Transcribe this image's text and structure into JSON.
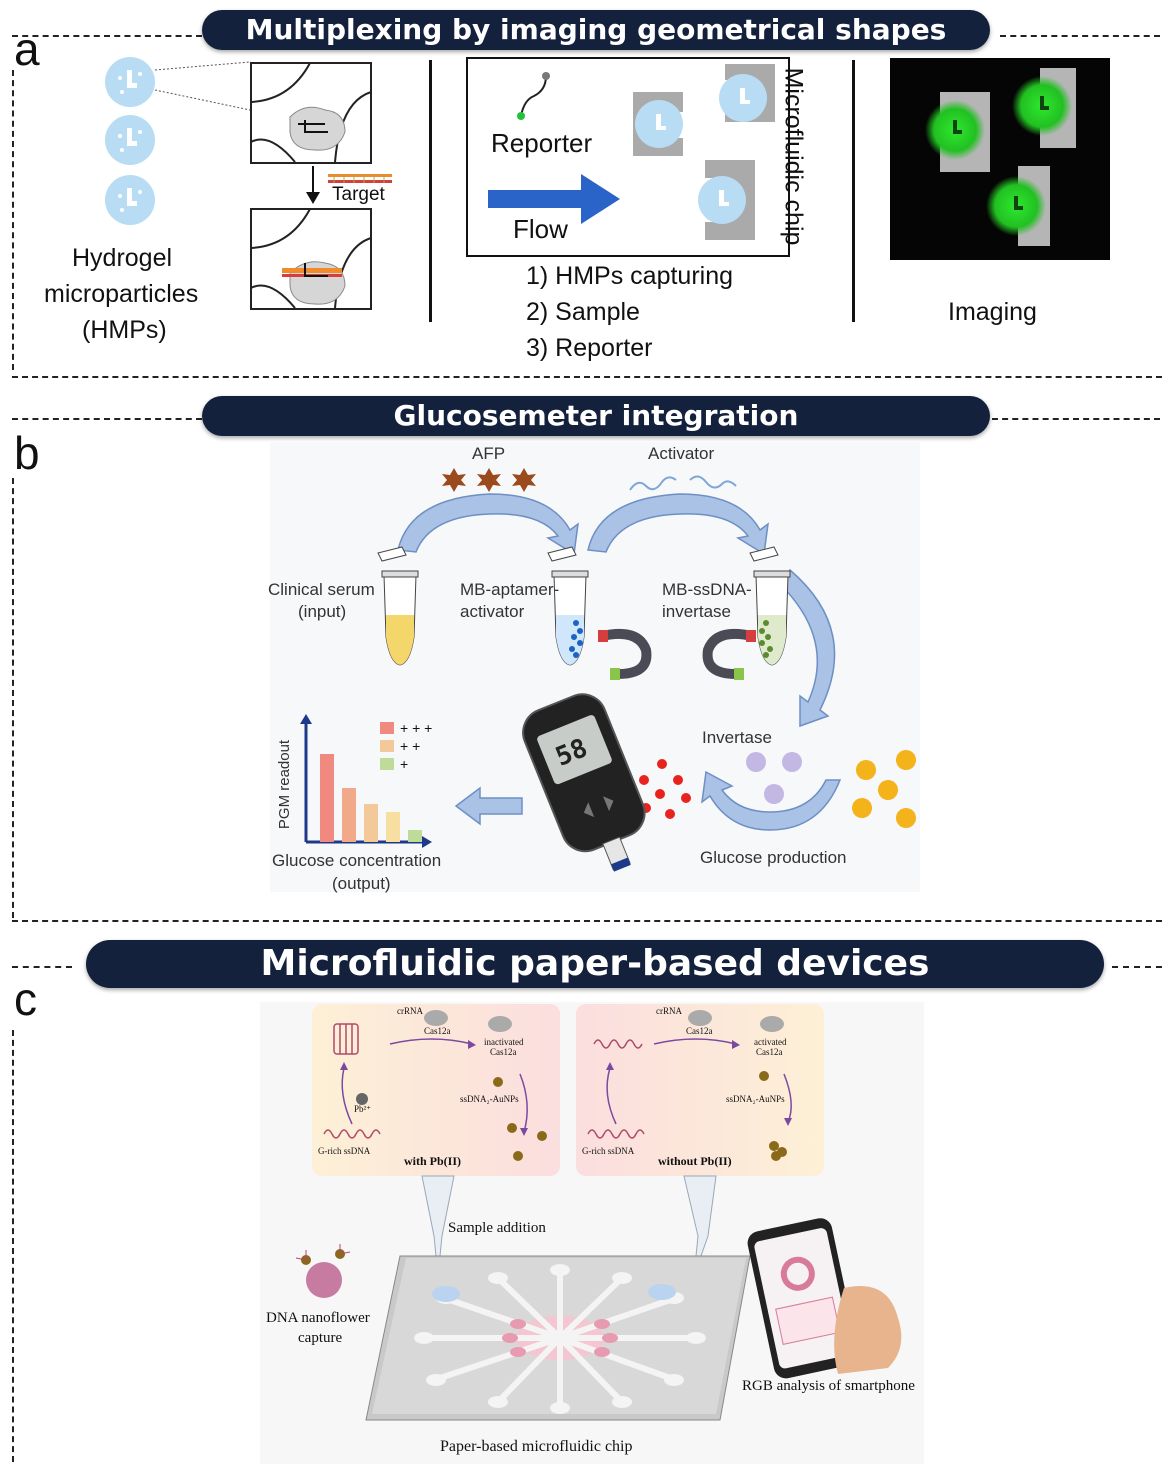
{
  "panel_a": {
    "letter": "a",
    "banner": "Multiplexing by imaging geometrical shapes",
    "hmp_label_1": "Hydrogel",
    "hmp_label_2": "microparticles",
    "hmp_label_3": "(HMPs)",
    "target": "Target",
    "reporter": "Reporter",
    "flow": "Flow",
    "chip": "Microfluidic chip",
    "steps": [
      "1) HMPs capturing",
      "2) Sample",
      "3) Reporter"
    ],
    "imaging": "Imaging"
  },
  "panel_b": {
    "letter": "b",
    "banner": "Glucosemeter integration",
    "afp": "AFP",
    "activator": "Activator",
    "serum_1": "Clinical serum",
    "serum_2": "(input)",
    "mb_apt_1": "MB-aptamer-",
    "mb_apt_2": "activator",
    "mb_ss_1": "MB-ssDNA-",
    "mb_ss_2": "invertase",
    "invertase": "Invertase",
    "glucose_production": "Glucose production",
    "pgm_readout": "PGM readout",
    "glucose_conc_1": "Glucose concentration",
    "glucose_conc_2": "(output)",
    "legend": [
      "+ + +",
      "+ +",
      "+"
    ],
    "meter_value": "58"
  },
  "panel_c": {
    "letter": "c",
    "banner": "Microfluidic paper-based devices",
    "crrna": "crRNA",
    "cas12a": "Cas12a",
    "inactivated_1": "inactivated",
    "inactivated_2": "Cas12a",
    "activated_1": "activated",
    "activated_2": "Cas12a",
    "ssdna_aunps": "ssDNA₂-AuNPs",
    "g_rich": "G-rich ssDNA",
    "pb": "Pb²⁺",
    "with_pb": "with Pb(II)",
    "without_pb": "without Pb(II)",
    "sample_addition": "Sample addition",
    "nanoflower_1": "DNA nanoflower",
    "nanoflower_2": "capture",
    "rgb": "RGB analysis of smartphone",
    "chip": "Paper-based microfluidic chip"
  },
  "colors": {
    "banner": "#14213d",
    "hmp_blue": "#b8dcf3",
    "flow_arrow": "#2b64c8",
    "glow_green": "#2ee82e",
    "arrow_blue": "#7fa6d8"
  }
}
